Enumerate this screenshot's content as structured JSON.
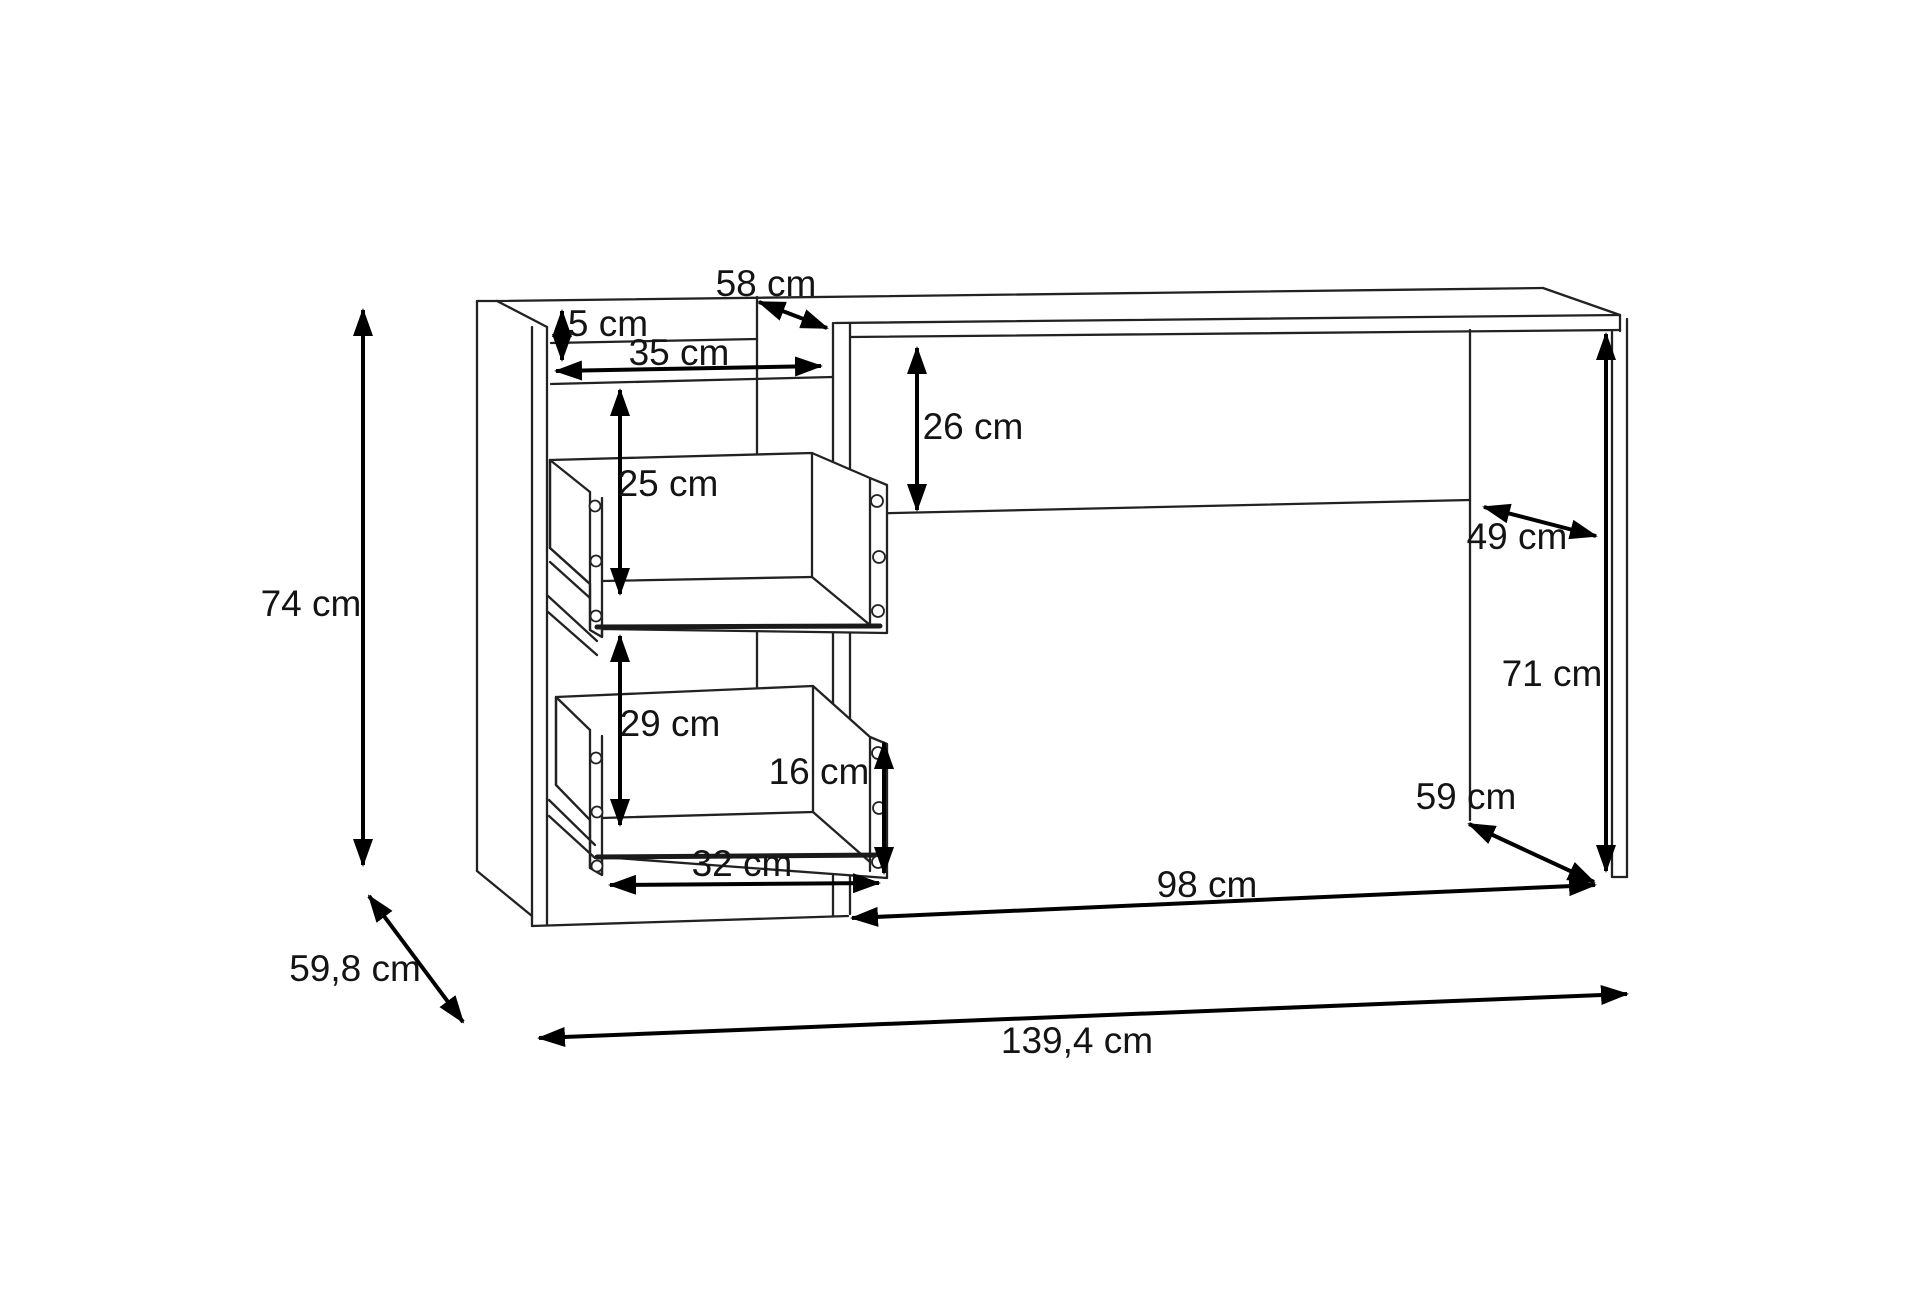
{
  "diagram": {
    "type": "furniture-dimension-drawing",
    "subject": "desk with open shelf niche and two pulled-out drawers",
    "unit": "cm",
    "colors": {
      "background": "#ffffff",
      "outline": "#222222",
      "dimension_lines": "#000000",
      "label_text": "#141414"
    },
    "dimensions": {
      "top_depth": {
        "value": 58,
        "label": "58 cm"
      },
      "niche_height": {
        "value": 5,
        "label": "5 cm"
      },
      "niche_width": {
        "value": 35,
        "label": "35 cm"
      },
      "apron_height": {
        "value": 26,
        "label": "26 cm"
      },
      "upper_drawer_height": {
        "value": 25,
        "label": "25 cm"
      },
      "lower_drawer_height": {
        "value": 29,
        "label": "29 cm"
      },
      "drawer_inner_height": {
        "value": 16,
        "label": "16 cm"
      },
      "drawer_inner_width": {
        "value": 32,
        "label": "32 cm"
      },
      "under_top_depth": {
        "value": 49,
        "label": "49 cm"
      },
      "clearance_height": {
        "value": 71,
        "label": "71 cm"
      },
      "leg_depth": {
        "value": 59,
        "label": "59 cm"
      },
      "knee_space_width": {
        "value": 98,
        "label": "98 cm"
      },
      "total_height": {
        "value": 74,
        "label": "74 cm"
      },
      "total_depth": {
        "value": 59.8,
        "label": "59,8 cm"
      },
      "total_width": {
        "value": 139.4,
        "label": "139,4 cm"
      }
    }
  }
}
